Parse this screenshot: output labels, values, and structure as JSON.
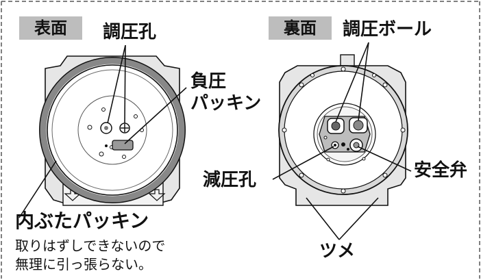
{
  "front": {
    "tag": "表面",
    "labels": {
      "adjust_hole": "調圧孔",
      "neg_line1": "負圧",
      "neg_line2": "パッキン",
      "inner_lid": "内ぶたパッキン"
    },
    "note": [
      "取りはずしできないので",
      "無理に引っ張らない。"
    ]
  },
  "back": {
    "tag": "裏面",
    "labels": {
      "adjust_ball": "調圧ボール",
      "reduce_hole": "減圧孔",
      "safety_valve": "安全弁",
      "tabs": "ツメ"
    }
  }
}
